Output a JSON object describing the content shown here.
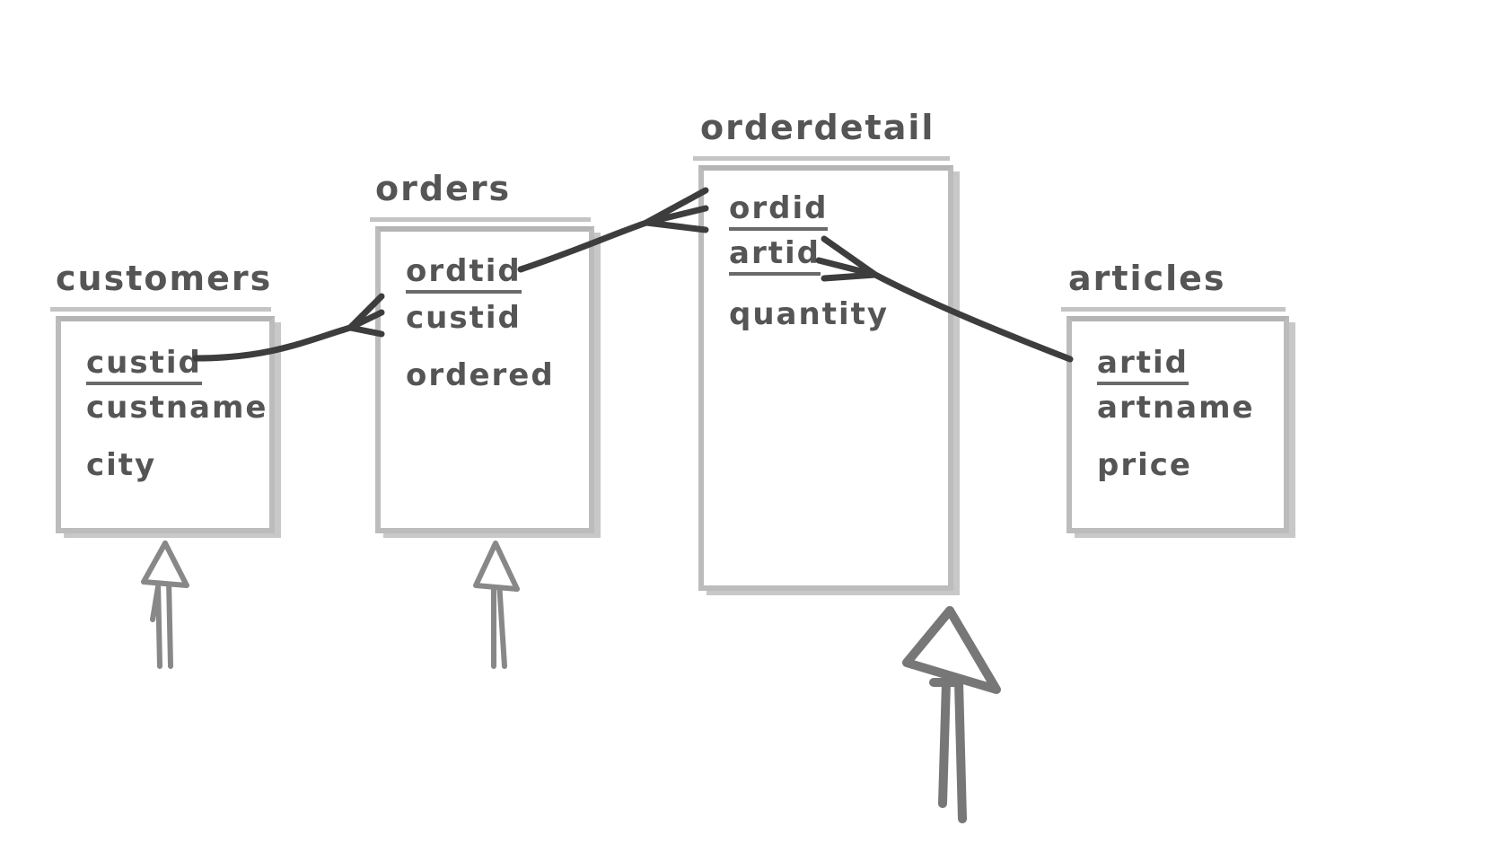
{
  "tables": {
    "customers": {
      "title": "customers",
      "fields": {
        "f1": "custid",
        "f2": "custname",
        "f3": "city"
      }
    },
    "orders": {
      "title": "orders",
      "fields": {
        "f1": "ordtid",
        "f2": "custid",
        "f3": "ordered"
      }
    },
    "orderdetail": {
      "title": "orderdetail",
      "fields": {
        "f1": "ordid",
        "f2": "artid",
        "f3": "quantity"
      }
    },
    "articles": {
      "title": "articles",
      "fields": {
        "f1": "artid",
        "f2": "artname",
        "f3": "price"
      }
    }
  },
  "relationships": [
    {
      "from": "customers.custid",
      "to": "orders.custid",
      "cardinality": "one-to-many"
    },
    {
      "from": "orders.ordtid",
      "to": "orderdetail.ordid",
      "cardinality": "one-to-many"
    },
    {
      "from": "articles.artid",
      "to": "orderdetail.artid",
      "cardinality": "one-to-many"
    }
  ],
  "colors": {
    "ink": "#555555",
    "box": "#bcbcbc",
    "line": "#3d3d3d",
    "arrow": "#888888"
  },
  "icons": {
    "pointer": "up-arrow-icon"
  }
}
